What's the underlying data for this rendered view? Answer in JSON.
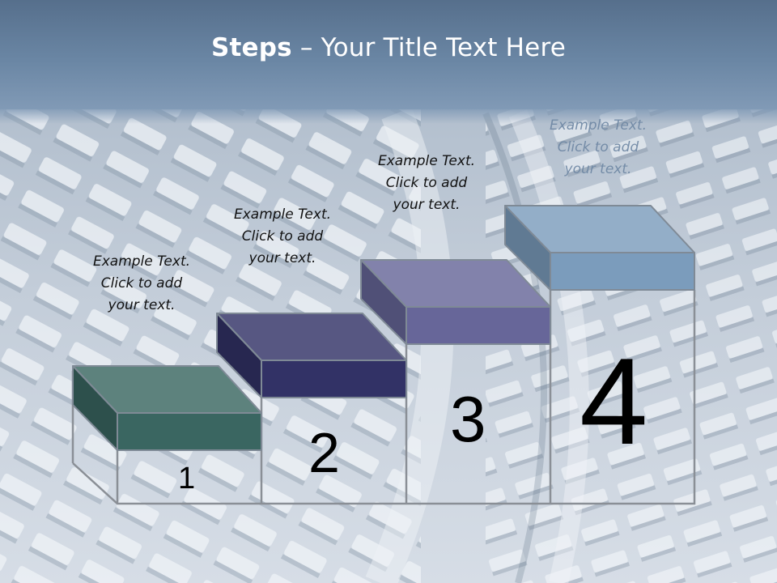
{
  "slide": {
    "title_bold": "Steps",
    "title_rest": " – Your Title Text Here"
  },
  "colors": {
    "step1": "#3a6661",
    "step2": "#323266",
    "step3": "#676699",
    "step4": "#7b9cbc",
    "outline": "#8a8f96"
  },
  "steps": [
    {
      "number": "1",
      "text": "Example Text.\nClick  to add\nyour text."
    },
    {
      "number": "2",
      "text": "Example Text.\nClick  to add\nyour text."
    },
    {
      "number": "3",
      "text": "Example Text.\nClick  to add\nyour text."
    },
    {
      "number": "4",
      "text": "Example Text.\nClick  to add\nyour text."
    }
  ]
}
